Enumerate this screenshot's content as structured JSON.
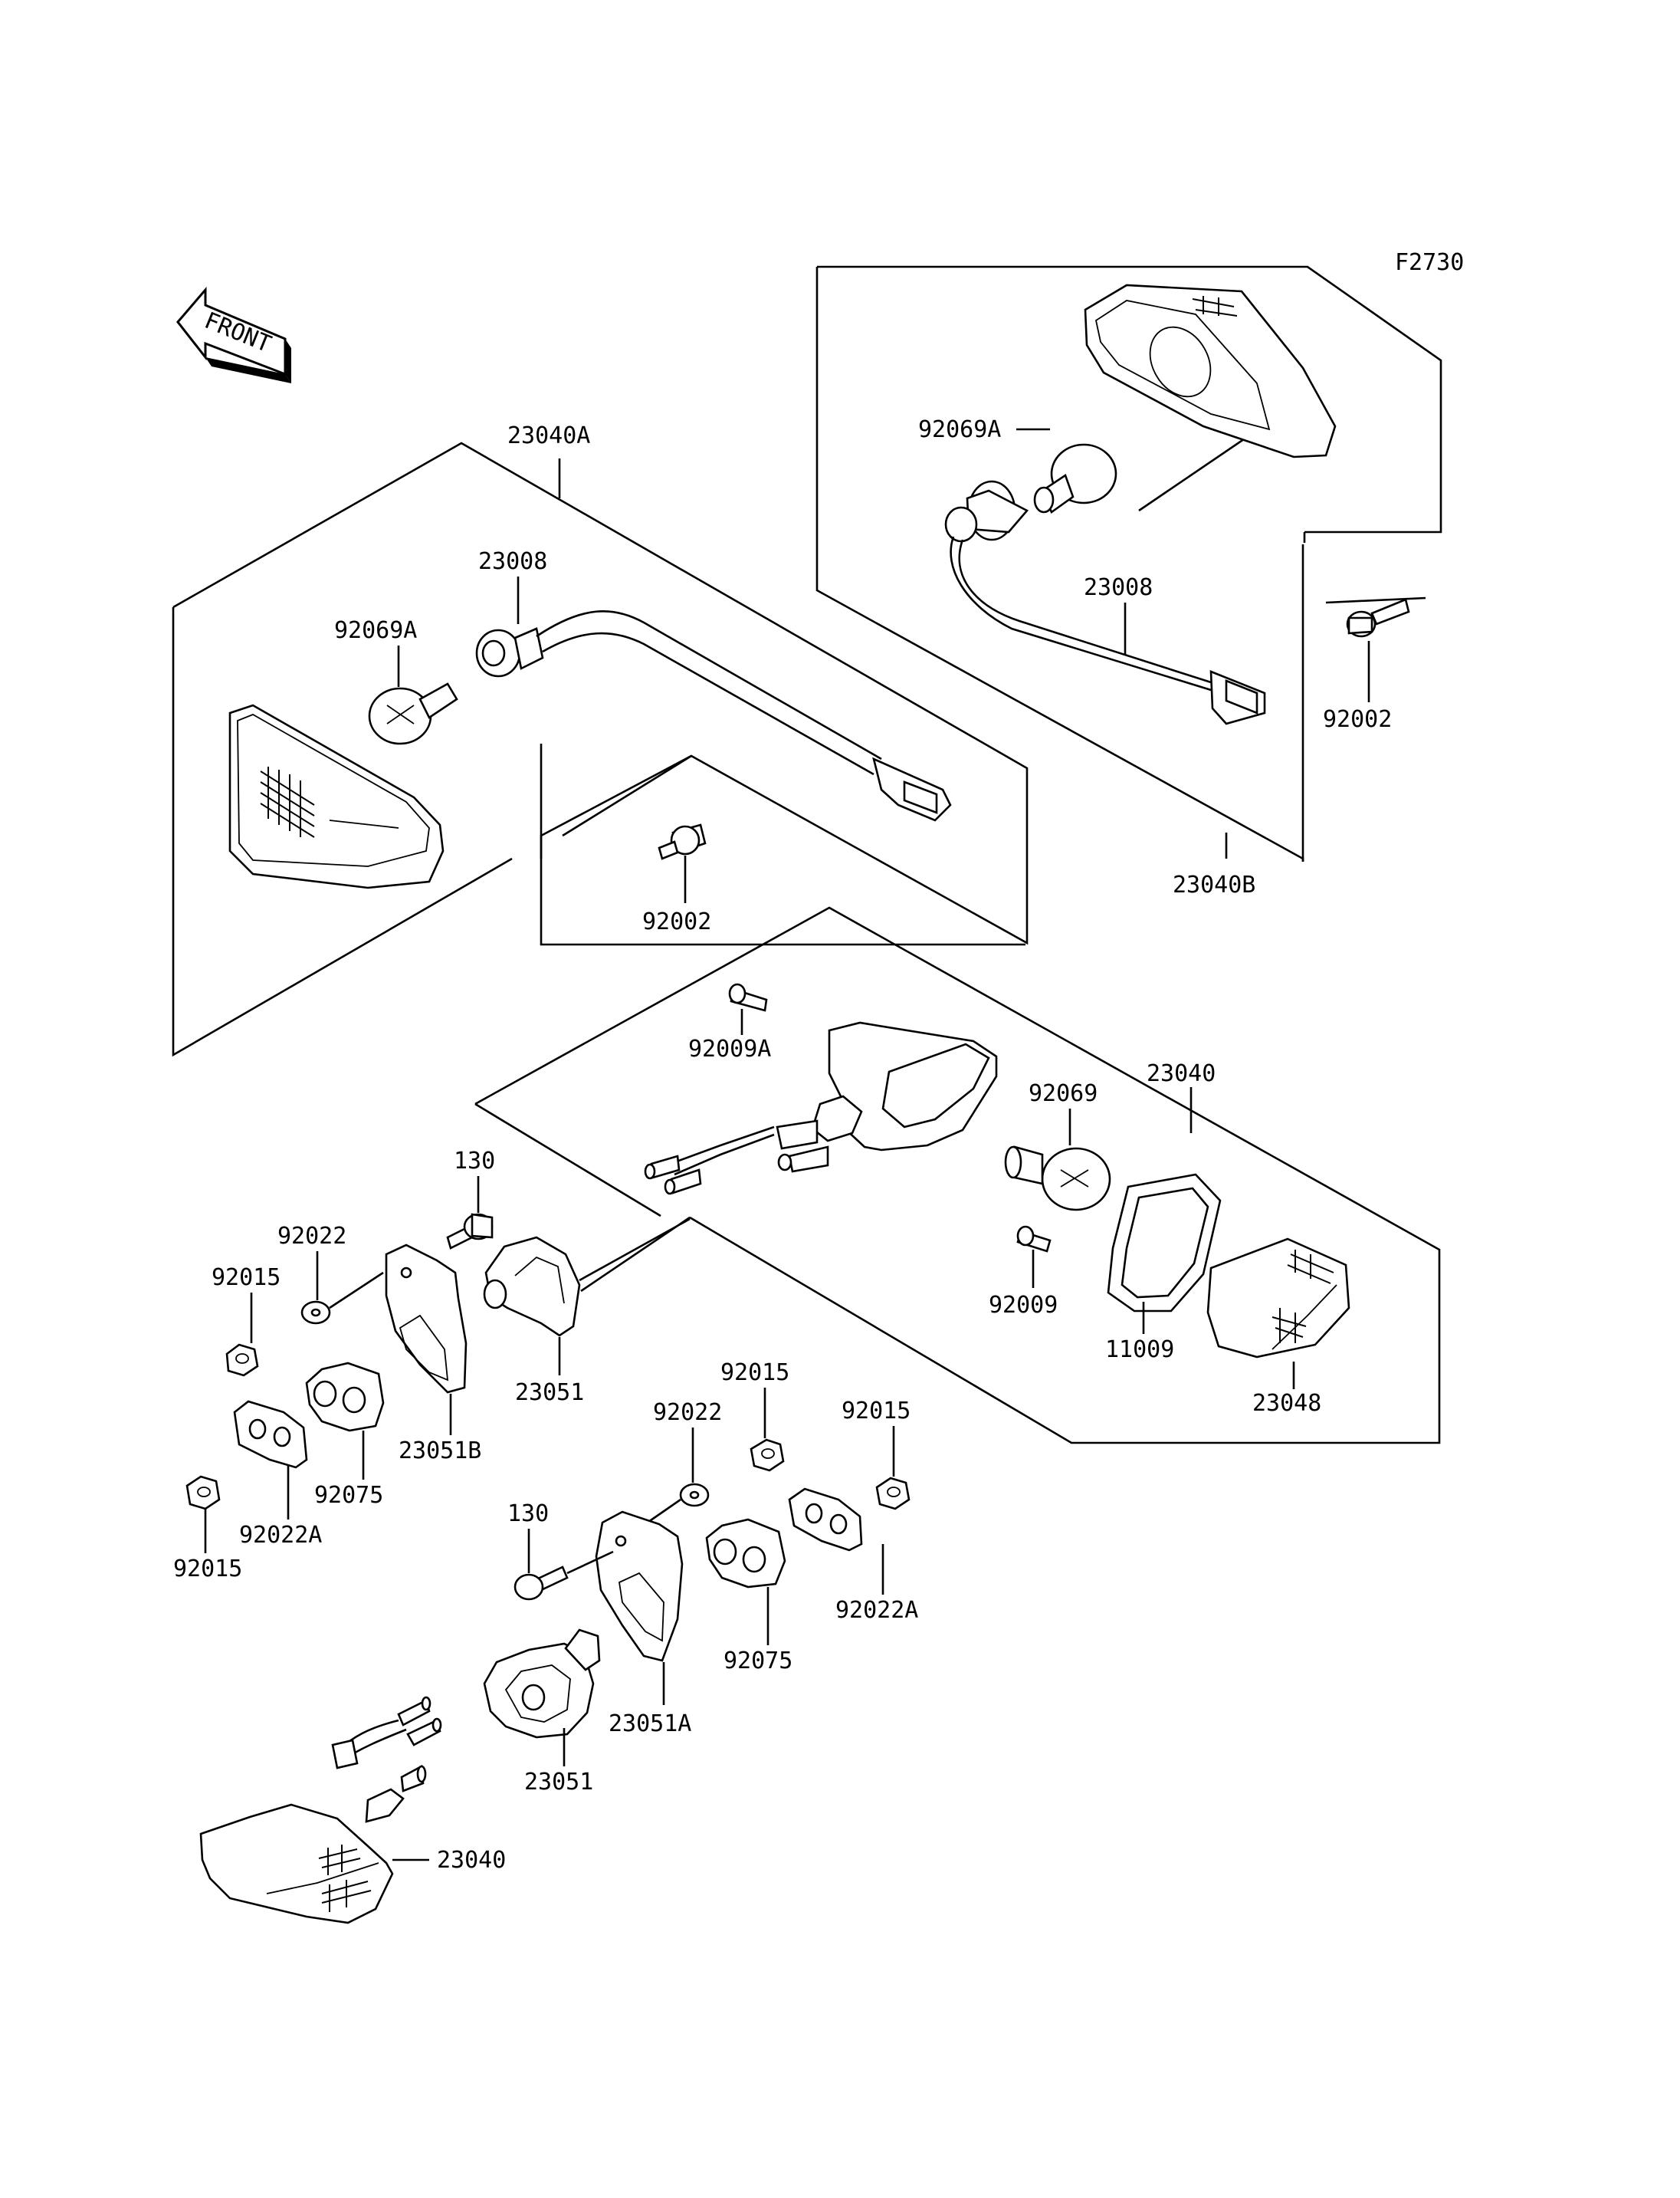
{
  "figure_code": "F2730",
  "front_arrow": {
    "label": "FRONT"
  },
  "callouts": {
    "turn_signal_front_left": "23040A",
    "turn_signal_front_right": "23040B",
    "turn_signal_rear": "23040",
    "turn_signal_rear_lower": "23040",
    "socket_left": "23008",
    "socket_right": "23008",
    "bulb_front_left": "92069A",
    "bulb_front_right": "92069A",
    "bulb_rear": "92069",
    "bolt_front_left": "92002",
    "bolt_front_right": "92002",
    "screw_rear_upper": "92009A",
    "screw_rear_lens": "92009",
    "gasket": "11009",
    "lens": "23048",
    "holder_upper": "23051",
    "holder_lower": "23051",
    "bracket_b": "23051B",
    "bracket_a": "23051A",
    "bolt_130_upper": "130",
    "bolt_130_lower": "130",
    "washer_upper": "92022",
    "washer_lower": "92022",
    "nut_upper_a": "92015",
    "nut_upper_b": "92015",
    "nut_lower_a": "92015",
    "nut_lower_b": "92015",
    "damper_upper": "92075",
    "damper_lower": "92075",
    "plate_upper": "92022A",
    "plate_lower": "92022A"
  }
}
